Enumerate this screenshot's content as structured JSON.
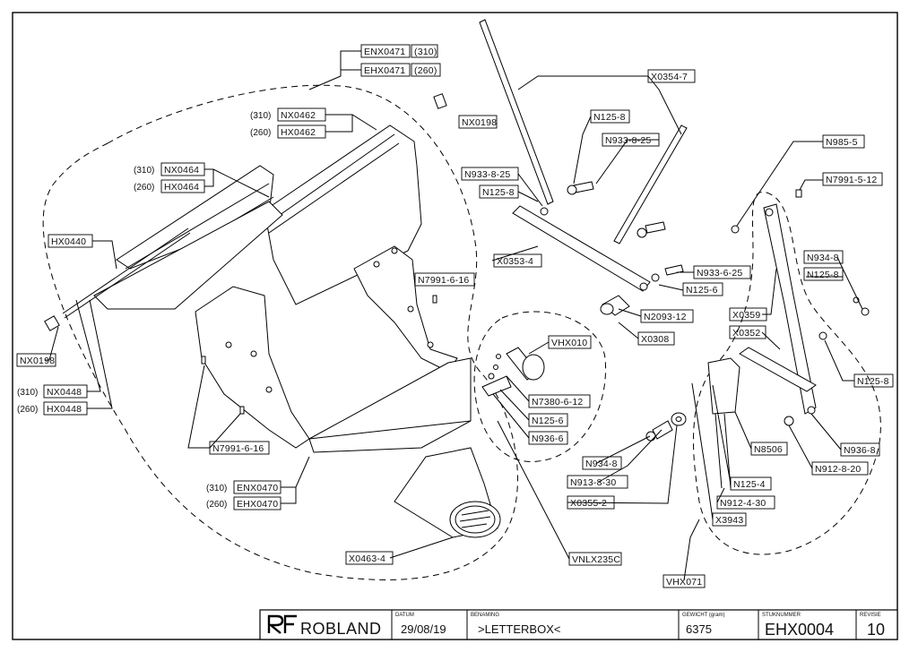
{
  "title_block": {
    "brand": "ROBLAND",
    "date_label": "DATUM",
    "date": "29/08/19",
    "name_label": "BENAMING",
    "name": ">LETTERBOX<",
    "weight_label": "GEWICHT (gram)",
    "weight": "6375",
    "part_no_label": "STUKNUMMER",
    "part_no": "EHX0004",
    "revision_label": "REVISIE",
    "revision": "10"
  },
  "labels": {
    "enx0471": "ENX0471",
    "enx0471_var": "(310)",
    "ehx0471": "EHX0471",
    "ehx0471_var": "(260)",
    "nx0462": "NX0462",
    "nx0462_var": "(310)",
    "hx0462": "HX0462",
    "hx0462_var": "(260)",
    "nx0464": "NX0464",
    "nx0464_var": "(310)",
    "hx0464": "HX0464",
    "hx0464_var": "(260)",
    "hx0440": "HX0440",
    "nx0198_a": "NX0198",
    "nx0198_b": "NX0198",
    "nx0448": "NX0448",
    "nx0448_var": "(310)",
    "hx0448": "HX0448",
    "hx0448_var": "(260)",
    "n7991_6_16_a": "N7991-6-16",
    "n7991_6_16_b": "N7991-6-16",
    "enx0470": "ENX0470",
    "enx0470_var": "(310)",
    "ehx0470": "EHX0470",
    "ehx0470_var": "(260)",
    "x0463_4": "X0463-4",
    "vnlx235c": "VNLX235C",
    "x0354_7": "X0354-7",
    "n125_8_a": "N125-8",
    "n933_8_25_a": "N933-8-25",
    "n933_8_25_b": "N933-8-25",
    "n125_8_b": "N125-8",
    "x0353_4": "X0353-4",
    "n933_6_25": "N933-6-25",
    "n125_6": "N125-6",
    "n2093_12": "N2093-12",
    "x0308": "X0308",
    "vhx010": "VHX010",
    "n7380_6_12": "N7380-6-12",
    "n125_6_b": "N125-6",
    "n936_6": "N936-6",
    "n985_5": "N985-5",
    "n7991_5_12": "N7991-5-12",
    "n934_8_a": "N934-8",
    "n125_8_c": "N125-8",
    "x0359": "X0359",
    "x0352": "X0352",
    "n125_8_d": "N125-8",
    "n8506": "N8506",
    "n936_8": "N936-8",
    "n912_8_20": "N912-8-20",
    "n125_4": "N125-4",
    "n934_8_b": "N934-8",
    "n913_8_30": "N913-8-30",
    "n912_4_30": "N912-4-30",
    "x0355_2": "X0355-2",
    "x3943": "X3943",
    "vhx071": "VHX071"
  },
  "logo_icon": "robland-rf-logo-icon"
}
